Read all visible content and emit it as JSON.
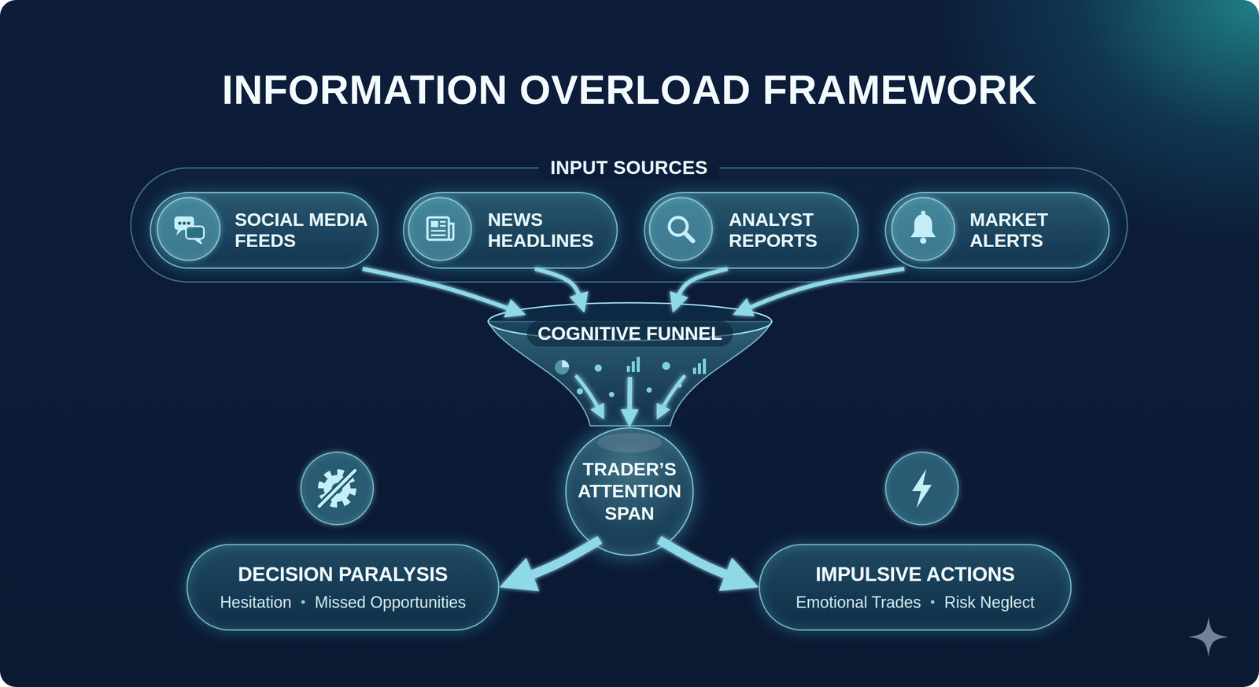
{
  "diagram": {
    "title": "INFORMATION OVERLOAD FRAMEWORK",
    "nodes": [
      {
        "text": [
          "INPUT SOURCES"
        ]
      },
      {
        "text": [
          "SOCIAL MEDIA FEEDS"
        ],
        "in": 0
      },
      {
        "text": [
          "NEWS HEADLINES"
        ],
        "in": 0
      },
      {
        "text": [
          "ANALYST REPORTS"
        ],
        "in": 0
      },
      {
        "text": [
          "MARKET ALERTS"
        ],
        "in": 0
      },
      {
        "text": [
          "COGNITIVE FUNNEL"
        ]
      },
      {
        "text": [
          "TRADER’S ATTENTION SPAN"
        ]
      },
      {
        "text": [
          "DECISION PARALYSIS",
          "Hesitation",
          "Missed Opportunities"
        ]
      },
      {
        "text": [
          "IMPULSIVE ACTIONS",
          "Emotional Trades",
          "Risk Neglect"
        ]
      }
    ],
    "edges": [
      {
        "from": 1,
        "to": 5,
        "arrow": "to"
      },
      {
        "from": 2,
        "to": 5,
        "arrow": "to"
      },
      {
        "from": 3,
        "to": 5,
        "arrow": "to"
      },
      {
        "from": 4,
        "to": 5,
        "arrow": "to"
      },
      {
        "from": 5,
        "to": 6,
        "arrow": "to"
      },
      {
        "from": 6,
        "to": 7,
        "arrow": "to"
      },
      {
        "from": 6,
        "to": 8,
        "arrow": "to"
      }
    ]
  }
}
